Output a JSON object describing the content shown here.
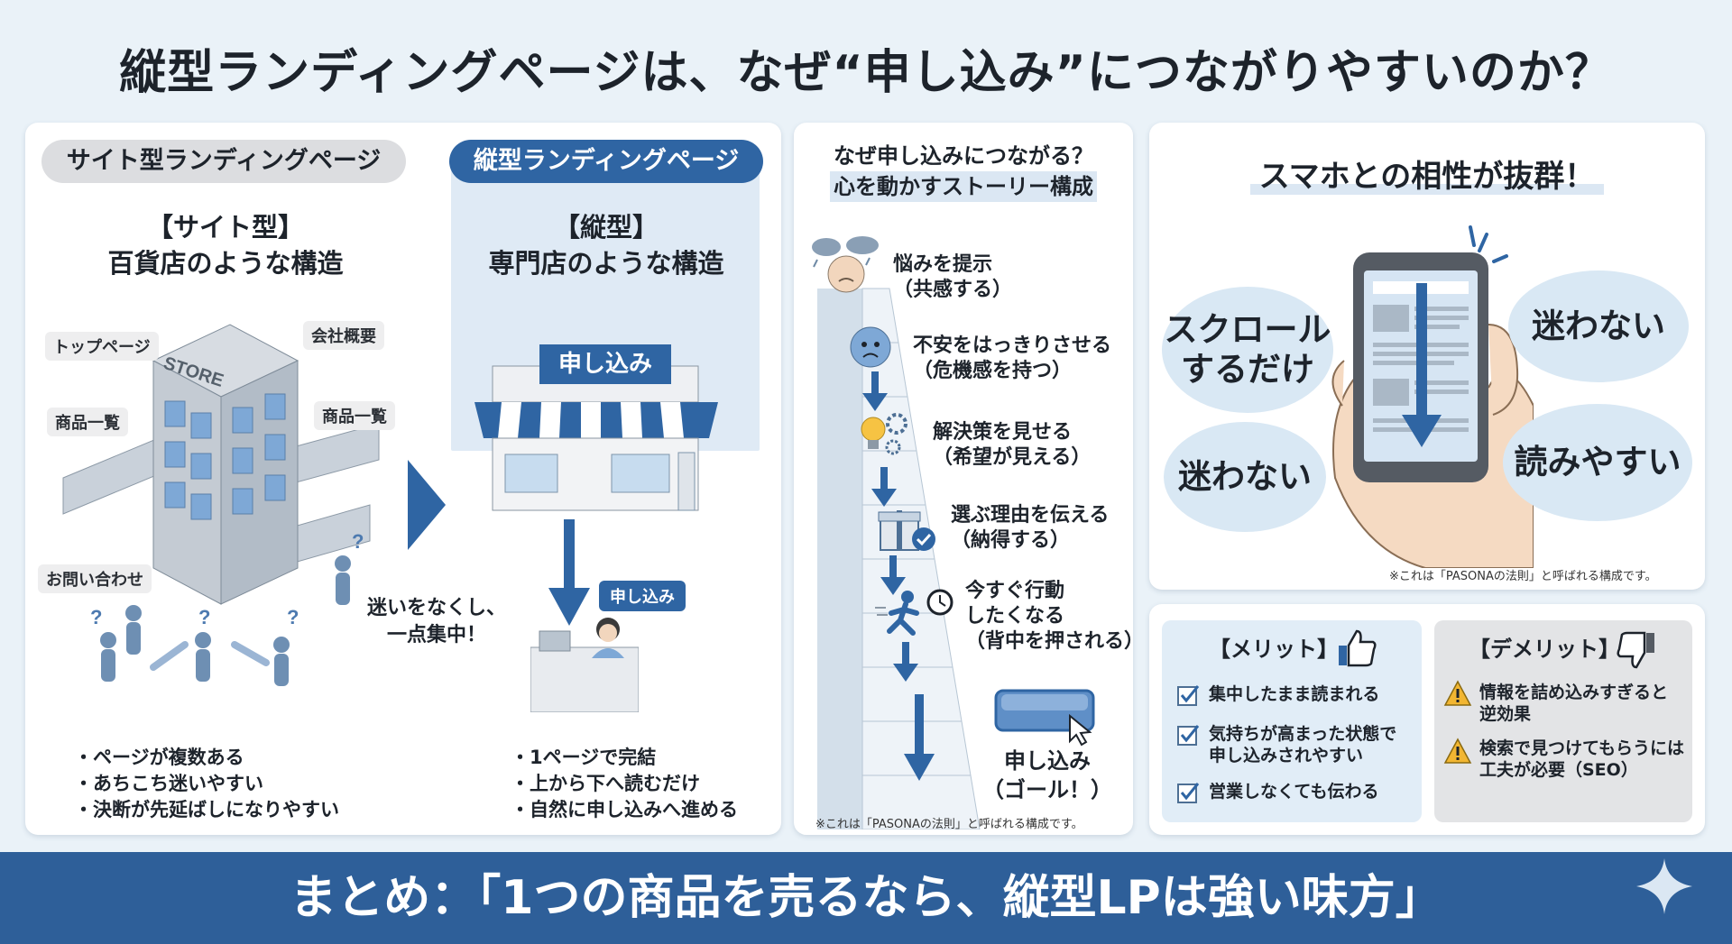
{
  "title": "縦型ランディングページは、なぜ“申し込み”につながりやすいのか？",
  "left": {
    "site_pill": "サイト型ランディングページ",
    "site_heading_1": "【サイト型】",
    "site_heading_2": "百貨店のような構造",
    "store_sign": "STORE",
    "labels": {
      "top_page": "トップページ",
      "company": "会社概要",
      "products_left": "商品一覧",
      "products_right": "商品一覧",
      "contact": "お問い合わせ"
    },
    "site_bullets": [
      "ページが複数ある",
      "あちこち迷いやすい",
      "決断が先延ばしになりやすい"
    ],
    "vertical_pill": "縦型ランディングページ",
    "vertical_heading_1": "【縦型】",
    "vertical_heading_2": "専門店のような構造",
    "shop_sign": "申し込み",
    "counter_badge": "申し込み",
    "focus_text_1": "迷いをなくし、",
    "focus_text_2": "一点集中！",
    "vertical_bullets": [
      "1ページで完結",
      "上から下へ読むだけ",
      "自然に申し込みへ進める"
    ]
  },
  "middle": {
    "heading_1": "なぜ申し込みにつながる？",
    "heading_2": "心を動かすストーリー構成",
    "steps": [
      {
        "line1": "悩みを提示",
        "line2": "（共感する）",
        "line3": ""
      },
      {
        "line1": "不安をはっきりさせる",
        "line2": "（危機感を持つ）",
        "line3": ""
      },
      {
        "line1": "解決策を見せる",
        "line2": "（希望が見える）",
        "line3": ""
      },
      {
        "line1": "選ぶ理由を伝える",
        "line2": "（納得する）",
        "line3": ""
      },
      {
        "line1": "今すぐ行動",
        "line2": "したくなる",
        "line3": "（背中を押される）"
      }
    ],
    "goal_1": "申し込み",
    "goal_2": "（ゴール！）",
    "note": "※これは「PASONAの法則」と呼ばれる構成です。"
  },
  "right": {
    "heading": "スマホとの相性が抜群！",
    "bubbles": {
      "scroll_1": "スクロール",
      "scroll_2": "するだけ",
      "no_confusion_top": "迷わない",
      "no_confusion_bottom": "迷わない",
      "readable": "読みやすい"
    },
    "note": "※これは「PASONAの法則」と呼ばれる構成です。"
  },
  "merit": {
    "title": "【メリット】",
    "items": [
      {
        "line1": "集中したまま読まれる",
        "line2": ""
      },
      {
        "line1": "気持ちが高まった状態で",
        "line2": "申し込みされやすい"
      },
      {
        "line1": "営業しなくても伝わる",
        "line2": ""
      }
    ]
  },
  "demerit": {
    "title": "【デメリット】",
    "items": [
      {
        "line1": "情報を詰め込みすぎると",
        "line2": "逆効果"
      },
      {
        "line1": "検索で見つけてもらうには",
        "line2": "工夫が必要（SEO）"
      }
    ]
  },
  "footer": "まとめ：「1つの商品を売るなら、縦型LPは強い味方」",
  "colors": {
    "accent_blue": "#2f65a3",
    "footer_blue": "#2e5f99",
    "background": "#eaf2f8",
    "merit_bg": "#e1edf7",
    "demerit_bg": "#e3e4e6"
  },
  "icons": [
    "store-building-icon",
    "shop-awning-icon",
    "down-arrow-icon",
    "cashier-icon",
    "rain-cloud-icon",
    "worried-face-icon",
    "lightbulb-gear-icon",
    "gift-check-icon",
    "running-clock-icon",
    "apply-button-icon",
    "smartphone-hand-icon",
    "thumbs-up-icon",
    "thumbs-down-icon",
    "checkbox-icon",
    "warning-icon",
    "sparkle-icon"
  ]
}
